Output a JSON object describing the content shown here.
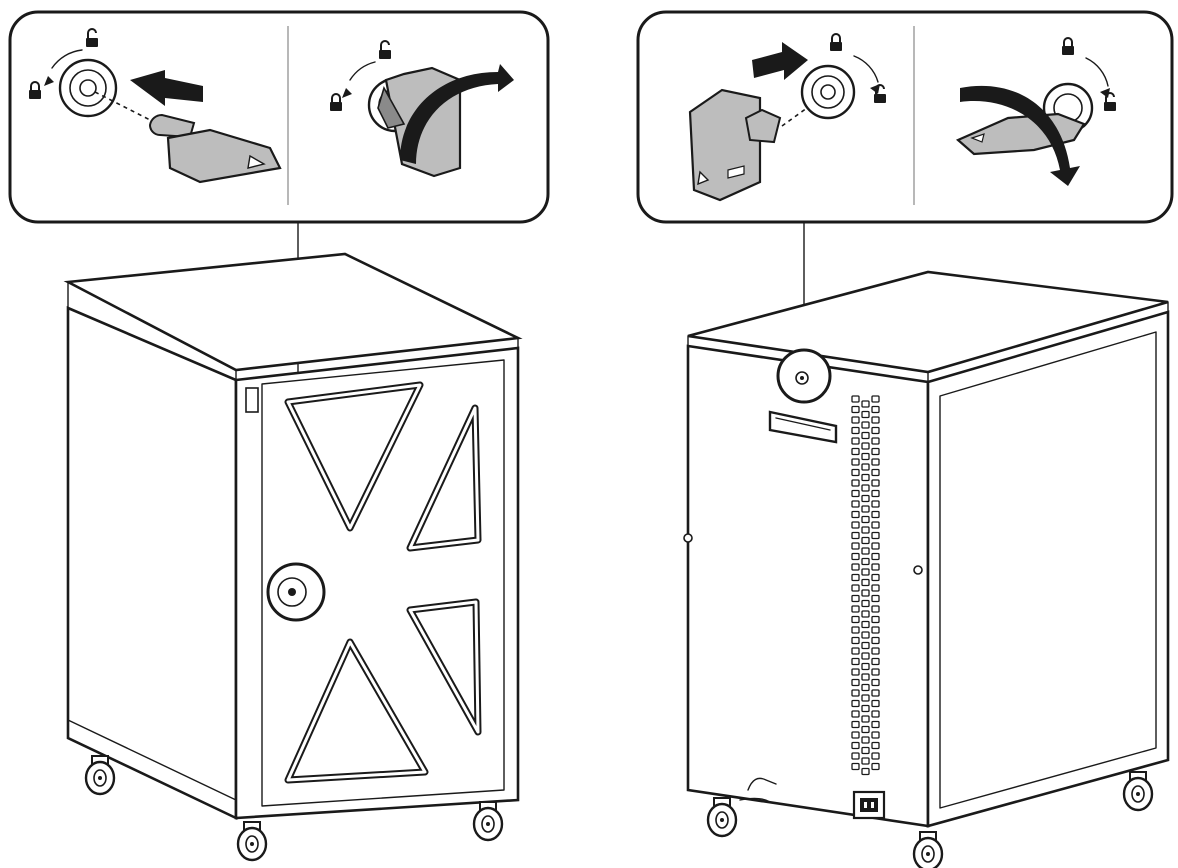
{
  "figure": {
    "description_free": true,
    "panels": [
      {
        "id": "front",
        "steps": [
          {
            "action": "insert-key"
          },
          {
            "action": "turn-key-clockwise"
          }
        ]
      },
      {
        "id": "rear",
        "steps": [
          {
            "action": "insert-key"
          },
          {
            "action": "turn-key-clockwise"
          }
        ]
      }
    ],
    "icons": [
      "lock-icon",
      "unlock-icon",
      "key-icon",
      "arrow-icon",
      "caster-wheel-icon",
      "power-inlet-icon",
      "vent-icon"
    ],
    "colors": {
      "line": "#1a1a1a",
      "key_fill": "#bdbdbd",
      "background": "#ffffff"
    }
  }
}
